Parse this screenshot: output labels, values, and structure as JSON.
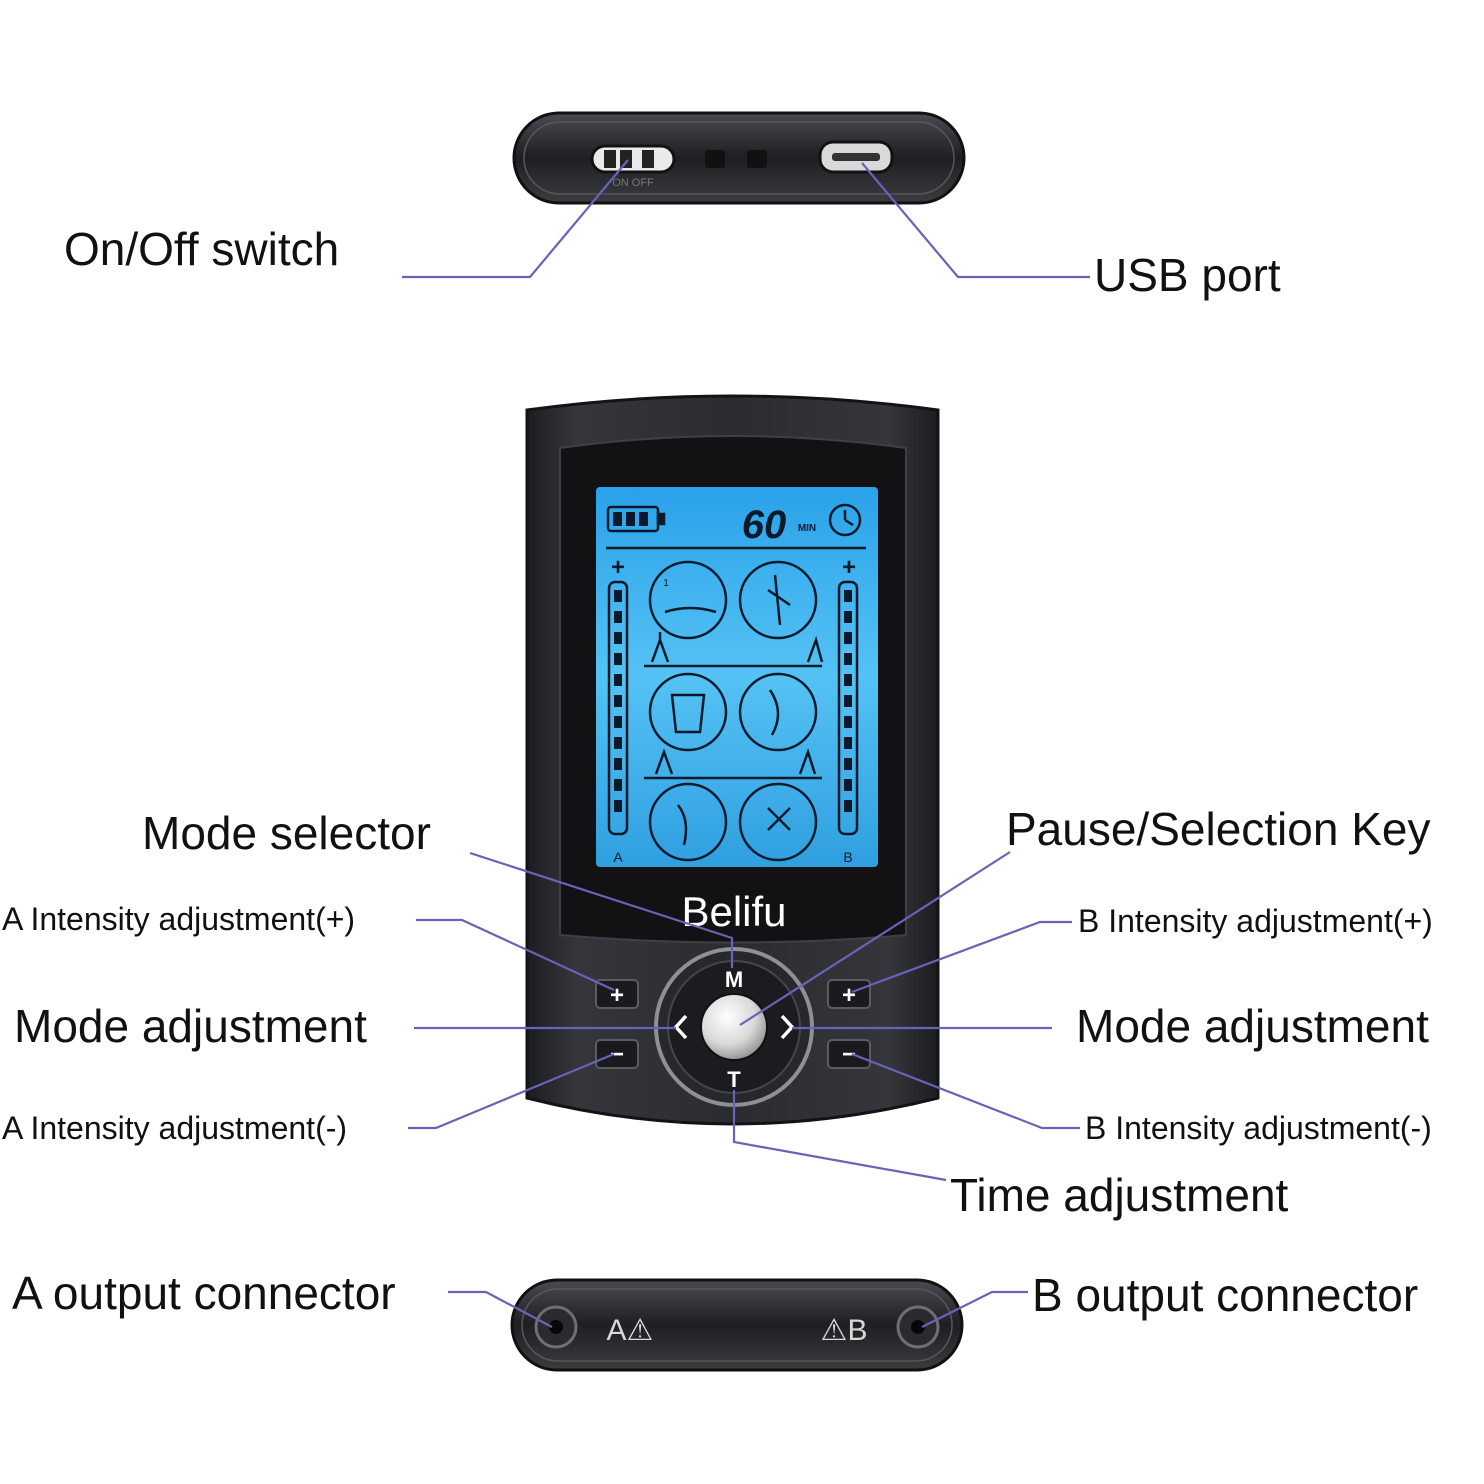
{
  "device": {
    "brand": "Belifu",
    "timer_value": "60",
    "timer_unit": "MIN",
    "channel_a": "A",
    "channel_b": "B",
    "plus_symbol": "+",
    "minus_symbol": "−",
    "key_mode": "M",
    "key_time": "T",
    "mode_number": "1",
    "top_switch_text": "ON OFF",
    "connector_a_text": "A⚠",
    "connector_b_text": "⚠B"
  },
  "callouts": {
    "on_off_switch": "On/Off switch",
    "usb_port": "USB port",
    "mode_selector": "Mode selector",
    "pause_selection_key": "Pause/Selection Key",
    "a_intensity_plus": "A Intensity adjustment(+)",
    "b_intensity_plus": "B Intensity adjustment(+)",
    "mode_adjustment_left": "Mode adjustment",
    "mode_adjustment_right": "Mode adjustment",
    "a_intensity_minus": "A Intensity adjustment(-)",
    "b_intensity_minus": "B Intensity adjustment(-)",
    "time_adjustment": "Time adjustment",
    "a_output_connector": "A output connector",
    "b_output_connector": "B output connector"
  },
  "colors": {
    "leader_line": "#6a62b8",
    "device_body": "#2b2d31",
    "lcd_blue": "#3fb2ee",
    "lcd_ink": "#0b1a2a"
  },
  "icons": {
    "battery": "battery-icon",
    "clock": "clock-icon",
    "warning": "warning-triangle-icon"
  }
}
